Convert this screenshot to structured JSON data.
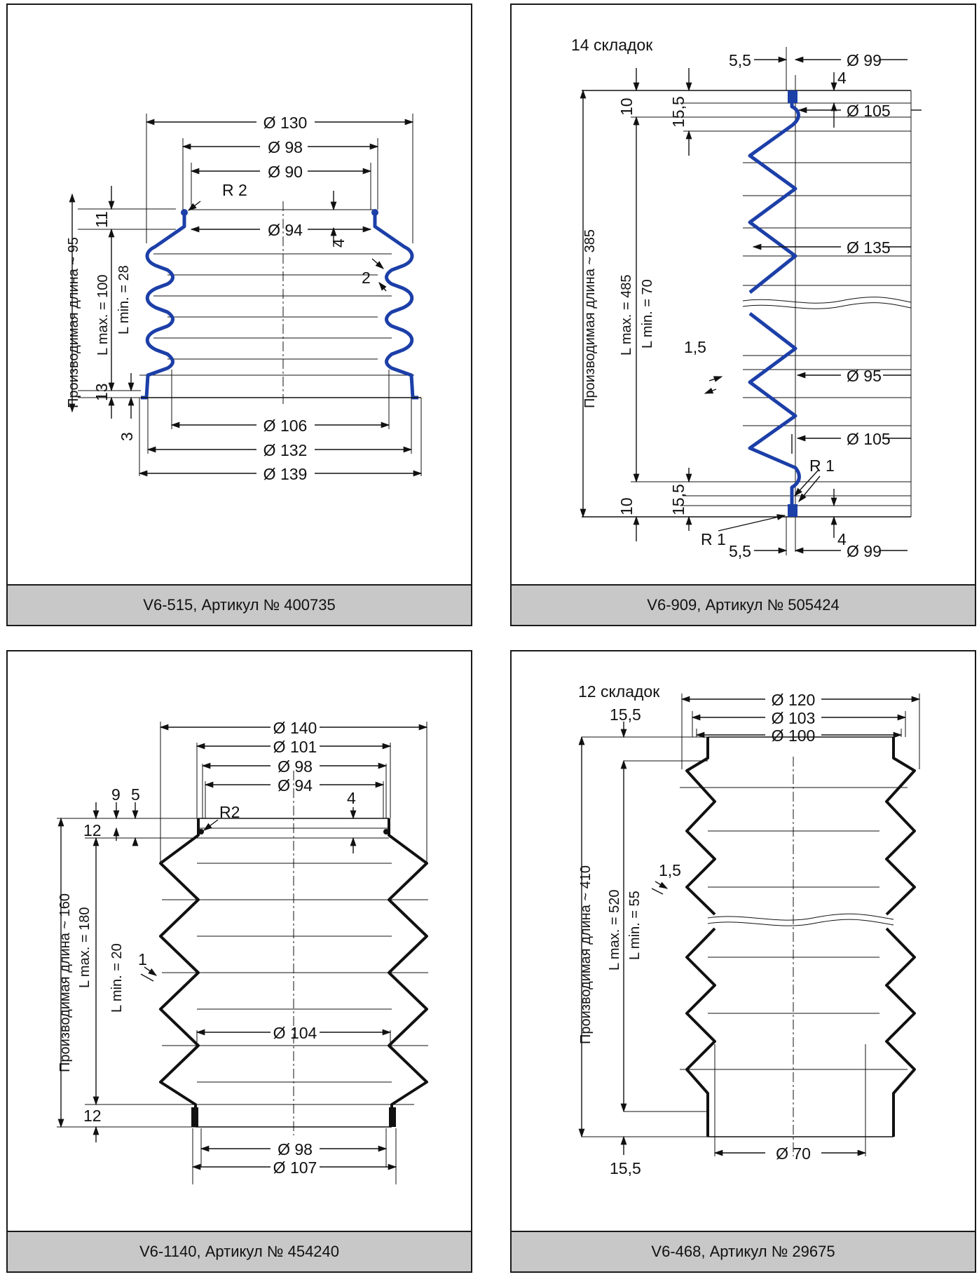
{
  "panels": [
    {
      "caption": "V6-515, Артикул № 400735",
      "labels": {
        "d130": "Ø 130",
        "d98": "Ø 98",
        "d90": "Ø 90",
        "r2": "R 2",
        "d94": "Ø 94",
        "h11": "11",
        "h4": "4",
        "h2": "2",
        "length": "Производимая длина ~ 95",
        "lmax": "L max. = 100",
        "lmin": "L min. = 28",
        "h13": "13",
        "h3": "3",
        "d106": "Ø 106",
        "d132": "Ø 132",
        "d139": "Ø 139"
      }
    },
    {
      "caption": "V6-909, Артикул № 505424",
      "labels": {
        "folds": "14 складок",
        "w55_top": "5,5",
        "d99_top": "Ø 99",
        "h4_top": "4",
        "h10_top": "10",
        "h155_top": "15,5",
        "d105_top": "Ø 105",
        "length": "Производимая длина ~ 385",
        "lmax": "L max. = 485",
        "lmin": "L min. = 70",
        "d135": "Ø 135",
        "t15": "1,5",
        "d95": "Ø 95",
        "d105_bot": "Ø 105",
        "r1_a": "R 1",
        "h10_bot": "10",
        "h155_bot": "15,5",
        "r1_b": "R 1",
        "w55_bot": "5,5",
        "h4_bot": "4",
        "d99_bot": "Ø 99"
      }
    },
    {
      "caption": "V6-1140, Артикул № 454240",
      "labels": {
        "d140": "Ø 140",
        "d101": "Ø 101",
        "d98_top": "Ø 98",
        "d94": "Ø 94",
        "h9": "9",
        "h5": "5",
        "r2": "R2",
        "h4": "4",
        "h12_top": "12",
        "length": "Производимая длина ~ 160",
        "lmax": "L max. = 180",
        "lmin": "L min. =  20",
        "t1": "1",
        "d104": "Ø 104",
        "h12_bot": "12",
        "d98_bot": "Ø 98",
        "d107": "Ø 107"
      }
    },
    {
      "caption": "V6-468, Артикул № 29675",
      "labels": {
        "folds": "12 складок",
        "d120": "Ø 120",
        "d103": "Ø 103",
        "d100": "Ø 100",
        "h155_top": "15,5",
        "length": "Производимая длина ~ 410",
        "lmax": "L max. = 520",
        "lmin": "L min.  = 55",
        "t15": "1,5",
        "d70": "Ø 70",
        "h155_bot": "15,5"
      }
    }
  ],
  "colors": {
    "profile_blue": "#1c3fa8",
    "caption_bg": "#c8c8c8",
    "line": "#111111"
  }
}
